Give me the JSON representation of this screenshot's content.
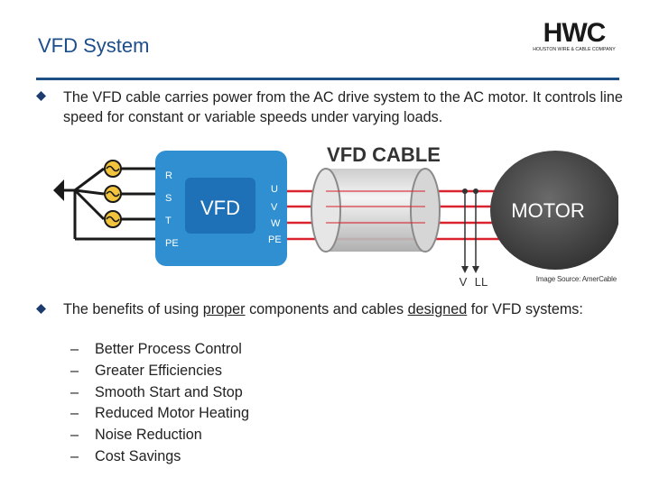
{
  "slide": {
    "title": "VFD System",
    "logo_text": "HWC",
    "logo_subtext": "HOUSTON WIRE & CABLE COMPANY"
  },
  "bullet1": {
    "text": "The VFD cable carries power from the AC drive system to the AC motor. It controls line speed for constant or variable speeds under varying loads."
  },
  "diagram": {
    "cable_label": "VFD CABLE",
    "vfd_label": "VFD",
    "motor_label": "MOTOR",
    "input_terminals": [
      "R",
      "S",
      "T",
      "PE"
    ],
    "output_terminals": [
      "U",
      "V",
      "W",
      "PE"
    ],
    "bottom_labels": [
      "V",
      "LL"
    ],
    "image_source": "Image Source: AmerCable"
  },
  "bullet2": {
    "part1": "The benefits of using ",
    "underline1": "proper",
    "part2": " components and cables ",
    "underline2": "designed",
    "part3": " for VFD systems:",
    "items": [
      "Better Process Control",
      "Greater Efficiencies",
      "Smooth Start and Stop",
      "Reduced Motor Heating",
      "Noise Reduction",
      "Cost Savings"
    ],
    "dash": "–"
  },
  "colors": {
    "title": "#1c4e8a",
    "rule": "#1d4f85",
    "vfd_blue": "#2f8fd0",
    "cable_red": "#d9232e",
    "motor_gray": "#3a3a3a",
    "bullet_navy": "#1d3b6e"
  }
}
